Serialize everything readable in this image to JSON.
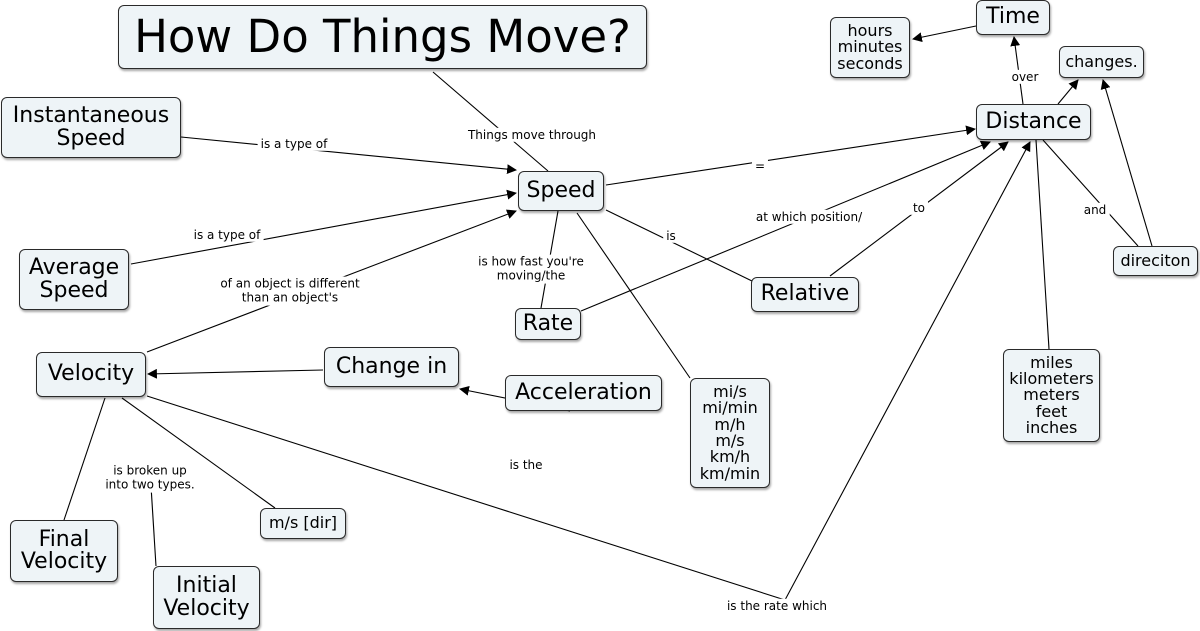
{
  "nodes": {
    "title": "How Do Things Move?",
    "instantaneous_speed": "Instantaneous\nSpeed",
    "average_speed": "Average\nSpeed",
    "speed": "Speed",
    "rate": "Rate",
    "relative": "Relative",
    "velocity": "Velocity",
    "change_in": "Change in",
    "acceleration": "Acceleration",
    "speed_units": "mi/s\nmi/min\nm/h\nm/s\nkm/h\nkm/min",
    "final_velocity": "Final\nVelocity",
    "initial_velocity": "Initial\nVelocity",
    "velocity_units": "m/s [dir]",
    "time": "Time",
    "time_units": "hours\nminutes\nseconds",
    "changes": "changes.",
    "distance": "Distance",
    "direction": "direciton",
    "distance_units": "miles\nkilometers\nmeters\nfeet\ninches"
  },
  "links": {
    "things_move_through": "Things move through",
    "is_a_type_of_1": "is a type of",
    "is_a_type_of_2": "is a type of",
    "equals": "=",
    "is": "is",
    "how_fast": "is how fast you're\nmoving/the",
    "at_which_position": "at which position/",
    "to": "to",
    "over": "over",
    "and": "and",
    "different_than": "of an object is different\nthan an object's",
    "is_the": "is the",
    "broken_up": "is broken up\ninto two types.",
    "rate_which": "is the rate which"
  },
  "colors": {
    "node_fill": "#eef4f7",
    "border": "#2a2a2a",
    "line": "#000000"
  }
}
